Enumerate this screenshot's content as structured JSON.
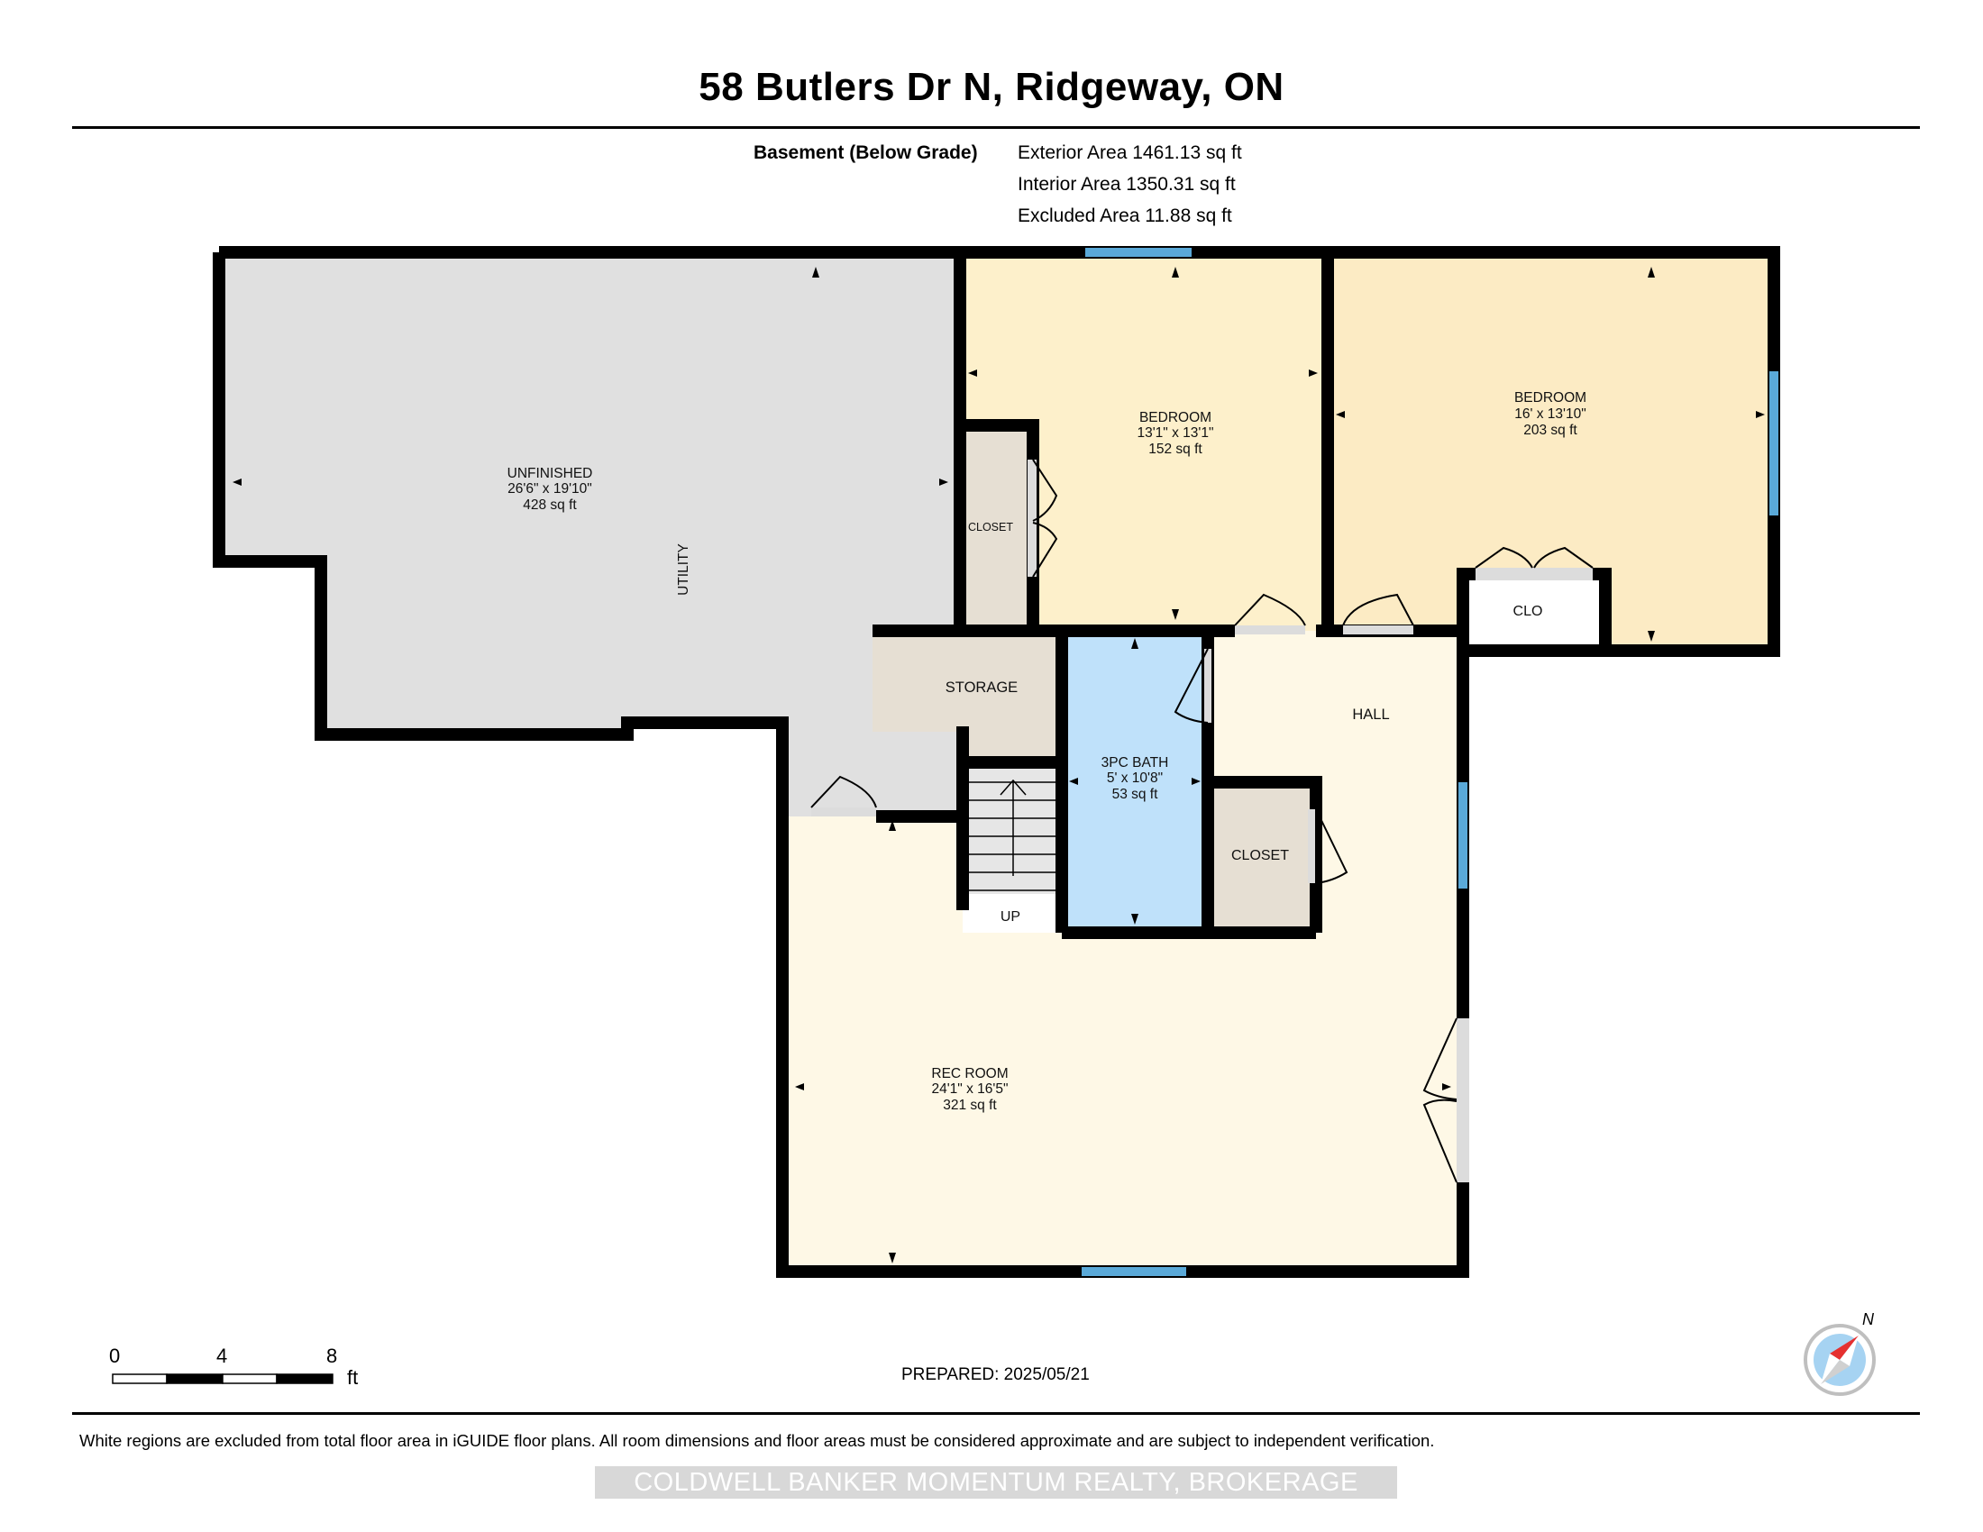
{
  "header": {
    "title": "58 Butlers Dr N, Ridgeway, ON",
    "level_label": "Basement (Below Grade)",
    "exterior_area": "Exterior Area 1461.13 sq ft",
    "interior_area": "Interior Area 1350.31 sq ft",
    "excluded_area": "Excluded Area 11.88 sq ft"
  },
  "rooms": {
    "unfinished": {
      "name": "UNFINISHED",
      "dims": "26'6\" x 19'10\"",
      "area": "428 sq ft"
    },
    "utility": {
      "name": "UTILITY"
    },
    "bedroom1": {
      "name": "BEDROOM",
      "dims": "13'1\" x 13'1\"",
      "area": "152 sq ft"
    },
    "bedroom2": {
      "name": "BEDROOM",
      "dims": "16' x 13'10\"",
      "area": "203 sq ft"
    },
    "closet_small": {
      "name": "CLOSET"
    },
    "clo": {
      "name": "CLO"
    },
    "storage": {
      "name": "STORAGE"
    },
    "bath": {
      "name": "3PC BATH",
      "dims": "5' x 10'8\"",
      "area": "53 sq ft"
    },
    "hall": {
      "name": "HALL"
    },
    "closet_hall": {
      "name": "CLOSET"
    },
    "stairs": {
      "name": "UP"
    },
    "rec": {
      "name": "REC ROOM",
      "dims": "24'1\" x 16'5\"",
      "area": "321 sq ft"
    }
  },
  "colors": {
    "wall": "#000000",
    "unfinished": "#e0e0e0",
    "bedroom": "#fdf0cb",
    "bedroom2": "#fcebc4",
    "storage": "#e6dfd3",
    "bath": "#bfe1fa",
    "hall": "#fef8e6",
    "window": "#5aa9d8"
  },
  "scale_bar": {
    "ticks": [
      "0",
      "4",
      "8"
    ],
    "unit": "ft"
  },
  "compass": {
    "label": "N"
  },
  "prepared": "PREPARED: 2025/05/21",
  "disclaimer": "White regions are excluded from total floor area in iGUIDE floor plans. All room dimensions and floor areas must be considered approximate and are subject to independent verification.",
  "watermark": "COLDWELL BANKER MOMENTUM REALTY, BROKERAGE"
}
